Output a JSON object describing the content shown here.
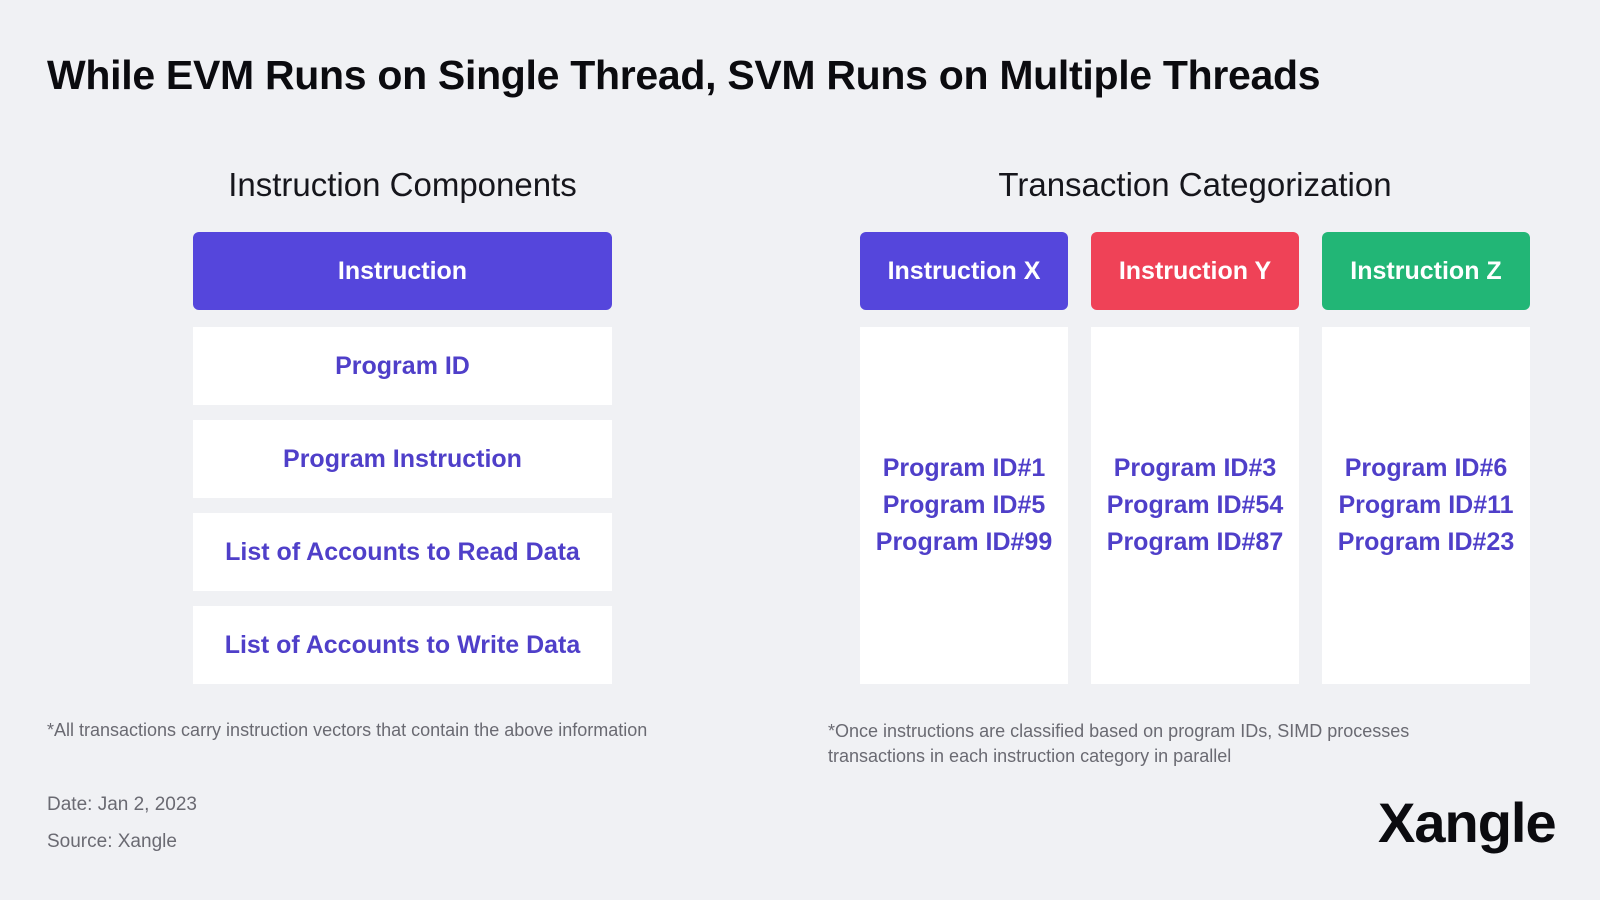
{
  "title": "While EVM Runs on Single Thread, SVM Runs on Multiple Threads",
  "left_section": {
    "heading": "Instruction Components",
    "header": {
      "label": "Instruction",
      "color": "#5546dc"
    },
    "components": [
      "Program ID",
      "Program Instruction",
      "List of Accounts to Read Data",
      "List of Accounts to Write Data"
    ],
    "footnote": "*All transactions carry instruction vectors that contain the above information"
  },
  "right_section": {
    "heading": "Transaction Categorization",
    "columns": [
      {
        "label": "Instruction X",
        "color": "#5546dc",
        "items": [
          "Program ID#1",
          "Program ID#5",
          "Program ID#99"
        ]
      },
      {
        "label": "Instruction Y",
        "color": "#ef4257",
        "items": [
          "Program ID#3",
          "Program ID#54",
          "Program ID#87"
        ]
      },
      {
        "label": "Instruction Z",
        "color": "#22b676",
        "items": [
          "Program ID#6",
          "Program ID#11",
          "Program ID#23"
        ]
      }
    ],
    "footnote": "*Once instructions are classified based on program IDs, SIMD processes transactions in each instruction category in parallel"
  },
  "meta": {
    "date": "Date: Jan 2, 2023",
    "source": "Source: Xangle"
  },
  "logo": "Xangle",
  "colors": {
    "background": "#f0f1f4",
    "text_accent": "#4f3fc9"
  }
}
